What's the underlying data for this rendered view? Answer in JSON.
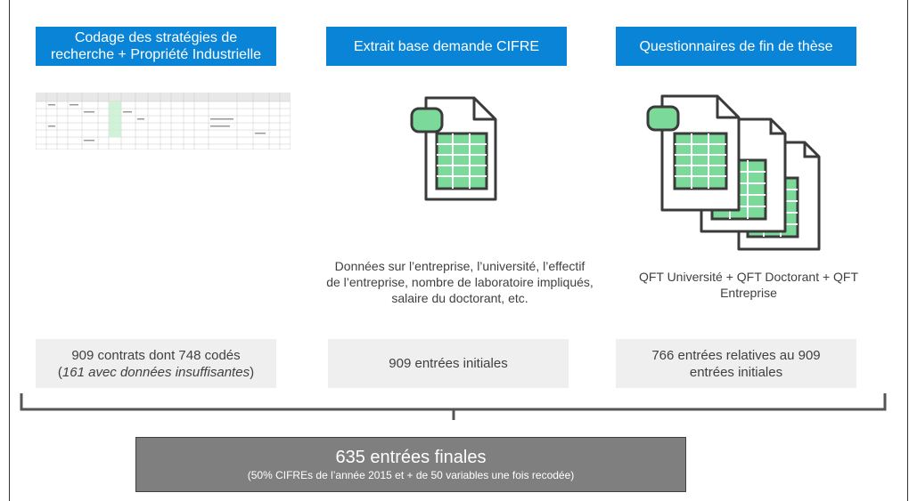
{
  "columns": [
    {
      "header": "Codage des stratégies de recherche + Propriété Industrielle",
      "description": "",
      "count_line1": "909 contrats dont 748 codés",
      "count_line2_open": "(",
      "count_line2_italic": "161 avec données insuffisantes",
      "count_line2_close": ")",
      "icon": "spreadsheet-thumbnail"
    },
    {
      "header": "Extrait base demande CIFRE",
      "description": "Données sur l’entreprise, l’université, l’effectif de l’entreprise, nombre de laboratoire impliqués, salaire du doctorant, etc.",
      "count_line1": "909 entrées initiales",
      "icon": "spreadsheet-file-icon"
    },
    {
      "header": "Questionnaires de fin de thèse",
      "description": "QFT Université + QFT Doctorant + QFT Entreprise",
      "count_line1": "766 entrées relatives au 909 entrées initiales",
      "icon": "stacked-spreadsheet-files-icon"
    }
  ],
  "final": {
    "title": "635 entrées finales",
    "subtitle": "(50% CIFREs de l’année 2015 et + de 50 variables une fois recodée)"
  },
  "colors": {
    "header_blue": "#0a84d6",
    "count_bg": "#efefef",
    "final_bg": "#7f7f7f",
    "icon_green": "#7bd99a",
    "icon_dark": "#3a3a3a"
  }
}
